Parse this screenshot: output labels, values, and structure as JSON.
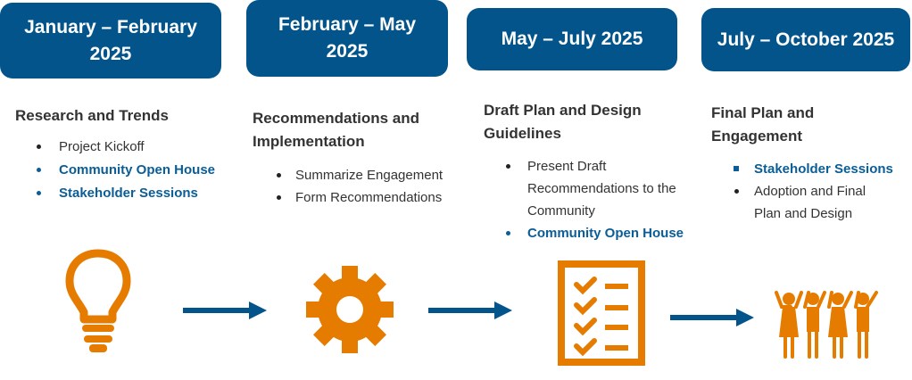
{
  "colors": {
    "header_blue": "#02548b",
    "icon_orange": "#e57c00",
    "highlight_blue": "#0a5d96"
  },
  "phases": [
    {
      "date_line1": "January – February",
      "date_line2": "2025",
      "title": "Research and Trends",
      "items": [
        "Project Kickoff",
        "Community Open House",
        "Stakeholder Sessions"
      ],
      "icon": "lightbulb-icon"
    },
    {
      "date_line1": "February – May",
      "date_line2": "2025",
      "title_line1": "Recommendations and",
      "title_line2": "Implementation",
      "items": [
        "Summarize Engagement",
        "Form Recommendations"
      ],
      "icon": "gear-icon"
    },
    {
      "date": "May – July 2025",
      "title_line1": "Draft Plan and Design",
      "title_line2": "Guidelines",
      "items": [
        "Present Draft",
        "Recommendations to the",
        "Community",
        "Community Open House"
      ],
      "icon": "checklist-icon"
    },
    {
      "date": "July – October 2025",
      "title_line1": "Final Plan and",
      "title_line2": "Engagement",
      "items": [
        "Stakeholder Sessions",
        "Adoption and Final",
        "Plan and Design"
      ],
      "icon": "people-icon"
    }
  ]
}
